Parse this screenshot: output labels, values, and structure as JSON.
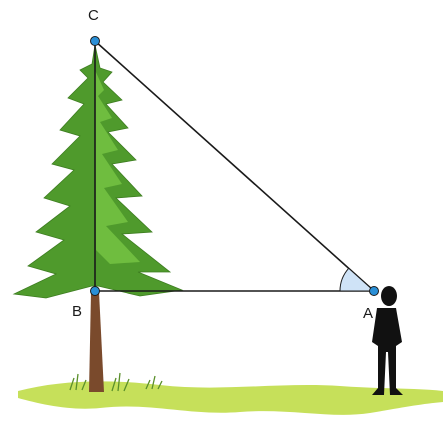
{
  "points": {
    "A": {
      "label": "A"
    },
    "B": {
      "label": "B"
    },
    "C": {
      "label": "C"
    }
  },
  "colors": {
    "line": "#1a1a1a",
    "point_fill": "#2a8fd6",
    "angle_fill": "#cfe3f7",
    "ground": "#c6e05a",
    "tree_trunk": "#7a4a2c",
    "tree_foliage": "#4f9a2c",
    "person": "#111111"
  },
  "icons": {
    "tree": "pine-tree-icon",
    "person": "person-silhouette-icon"
  }
}
